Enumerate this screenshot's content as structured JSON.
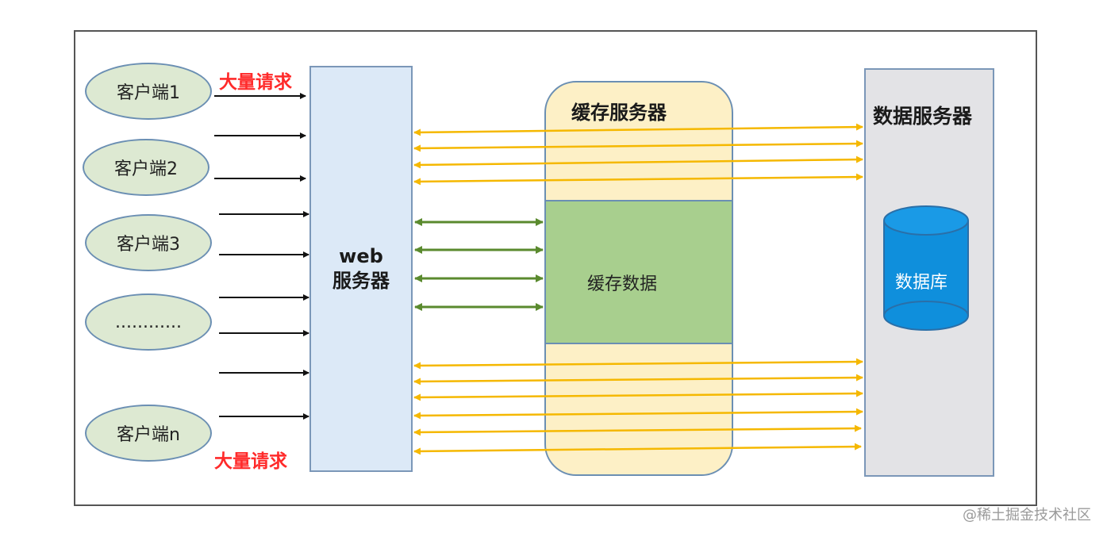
{
  "clients": [
    "客户端1",
    "客户端2",
    "客户端3",
    "............",
    "客户端n"
  ],
  "request_label_top": "大量请求",
  "request_label_bottom": "大量请求",
  "web_server": {
    "line1": "web",
    "line2": "服务器"
  },
  "cache_server": {
    "title": "缓存服务器",
    "data_label": "缓存数据"
  },
  "data_server": {
    "title": "数据服务器",
    "db_label": "数据库"
  },
  "watermark": "@稀土掘金技术社区",
  "colors": {
    "request_arrow": "#111111",
    "cache_arrow": "#5a8a2e",
    "db_arrow": "#f5b800",
    "request_label": "#ff2a2a",
    "database": "#0f8fdc"
  }
}
